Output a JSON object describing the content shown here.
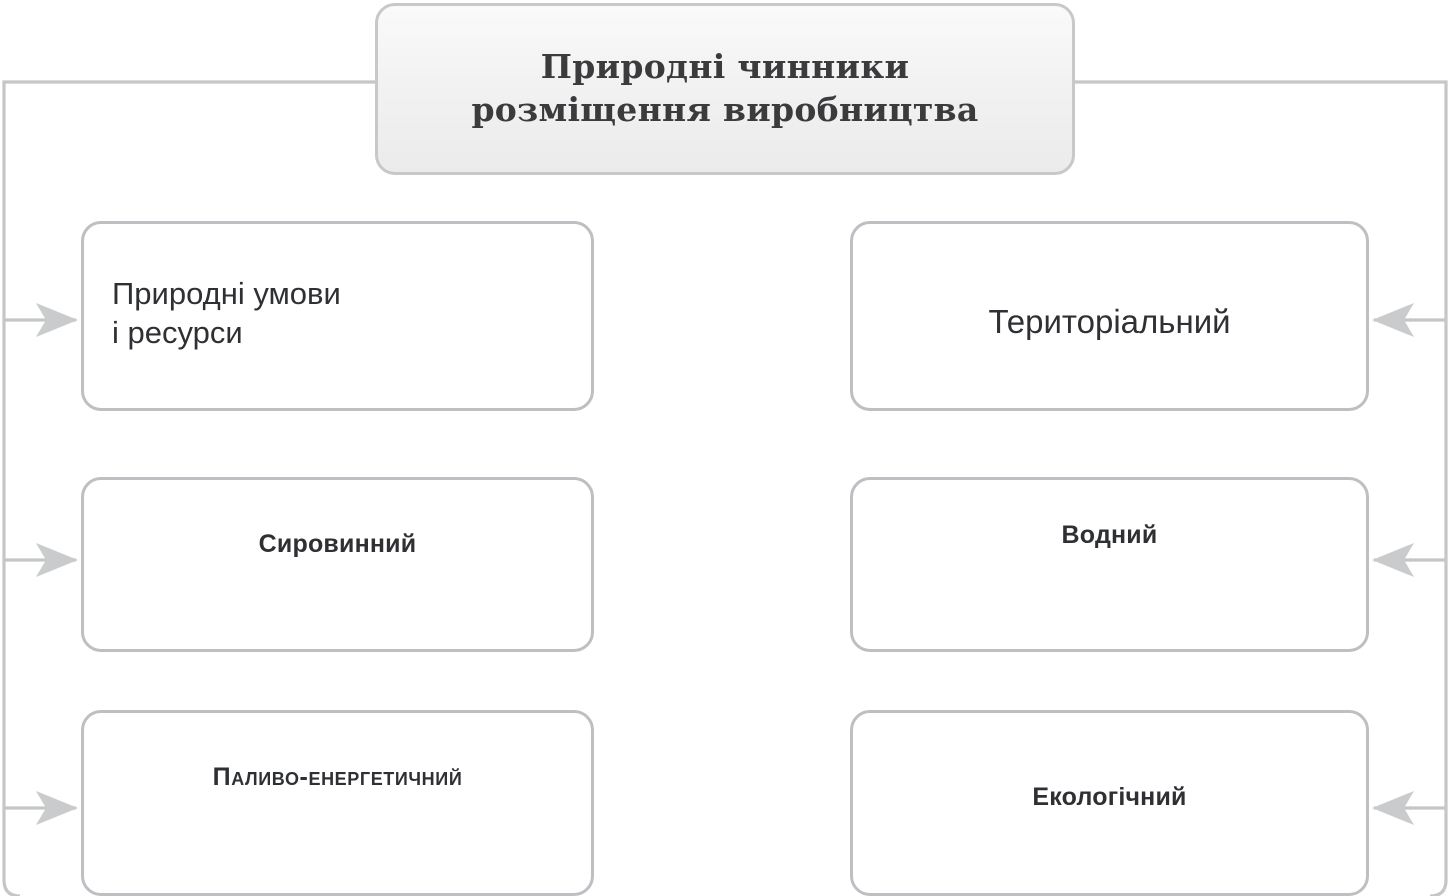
{
  "diagram": {
    "title": "Природні чинники\nрозміщення виробництва",
    "left_column": [
      {
        "label": "Природні умови\nі ресурси"
      },
      {
        "label": "Сировинний"
      },
      {
        "label": "Паливо-енергетичний"
      }
    ],
    "right_column": [
      {
        "label": "Територіальний"
      },
      {
        "label": "Водний"
      },
      {
        "label": "Екологічний"
      }
    ],
    "colors": {
      "border": "#bdbfc2",
      "title_border": "#c6c8ca",
      "connector": "#c4c6c8",
      "text": "#2f3033",
      "title_text": "#3b3b3d",
      "background": "#ffffff"
    }
  }
}
